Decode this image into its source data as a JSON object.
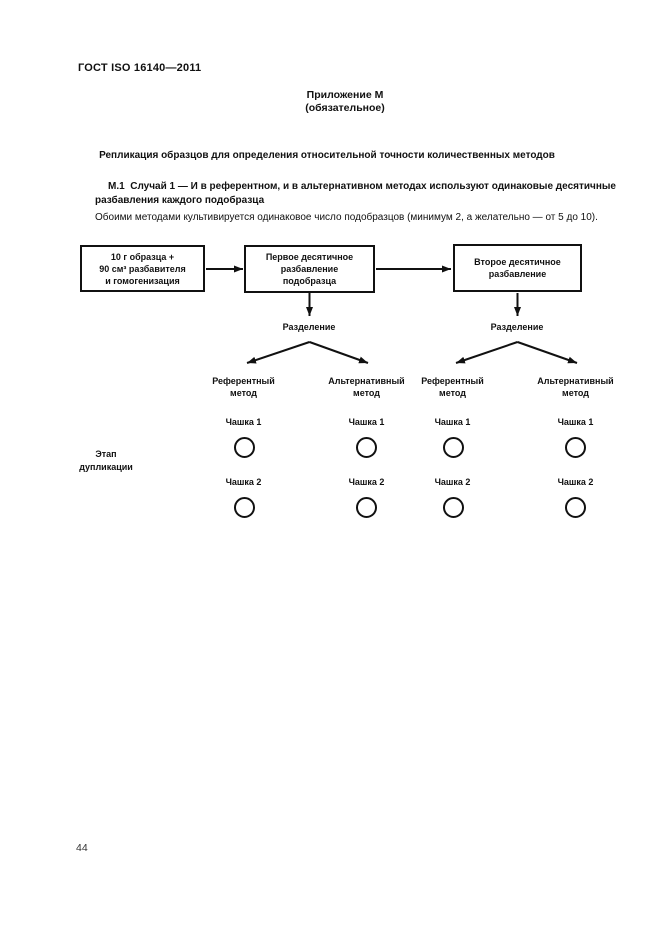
{
  "page": {
    "header": "ГОСТ ISO 16140—2011",
    "page_number": "44"
  },
  "appendix": {
    "label_block": "Приложение М\n(обязательное)"
  },
  "title": "Репликация образцов для определения относительной точности количественных методов",
  "section": {
    "heading": "М.1  Случай 1 — И в референтном, и в альтернативном методах используют одинаковые десятичные\nразбавления каждого подобразца",
    "body": "Обоими методами культивируется одинаковое число подобразцов (минимум 2, а желательно — от 5 до 10)."
  },
  "diagram": {
    "box_sample": "10 г образца +\n90 см³ разбавителя\nи гомогенизация",
    "box_first_dilution": "Первое десятичное\nразбавление\nподобразца",
    "box_second_dilution": "Второе десятичное\nразбавление",
    "split_label_left": "Разделение",
    "split_label_right": "Разделение",
    "columns": [
      {
        "method": "Референтный\nметод",
        "plate1": "Чашка 1",
        "plate2": "Чашка 2"
      },
      {
        "method": "Альтернативный\nметод",
        "plate1": "Чашка 1",
        "plate2": "Чашка 2"
      },
      {
        "method": "Референтный\nметод",
        "plate1": "Чашка 1",
        "plate2": "Чашка 2"
      },
      {
        "method": "Альтернативный\nметод",
        "plate1": "Чашка 1",
        "plate2": "Чашка 2"
      }
    ],
    "stage_label": "Этап\nдупликации",
    "ink_color": "#111111"
  }
}
